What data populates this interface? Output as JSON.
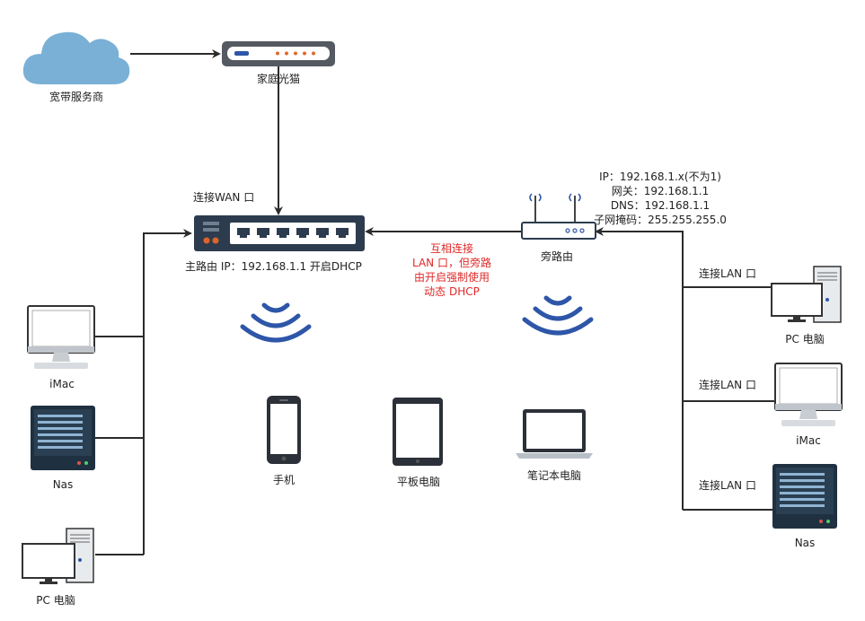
{
  "colors": {
    "line": "#2b2b2b",
    "cloud": "#7ab0d6",
    "wifi": "#2e56a8",
    "device_dark": "#1f3140",
    "annotation": "#e02828"
  },
  "nodes": {
    "isp": {
      "label": "宽带服务商",
      "icon": "cloud-icon"
    },
    "modem": {
      "label": "家庭光猫",
      "icon": "modem-icon"
    },
    "main_router": {
      "label": "主路由 IP：192.168.1.1 开启DHCP",
      "icon": "switch-icon"
    },
    "side_router": {
      "label": "旁路由",
      "icon": "router-icon",
      "config": [
        "IP：192.168.1.x(不为1)",
        "网关：192.168.1.1",
        "DNS：192.168.1.1",
        "子网掩码：255.255.255.0"
      ]
    },
    "left_imac": {
      "label": "iMac",
      "icon": "imac-icon"
    },
    "left_nas": {
      "label": "Nas",
      "icon": "nas-icon"
    },
    "left_pc": {
      "label": "PC 电脑",
      "icon": "pc-icon"
    },
    "phone": {
      "label": "手机",
      "icon": "phone-icon"
    },
    "tablet": {
      "label": "平板电脑",
      "icon": "tablet-icon"
    },
    "laptop": {
      "label": "笔记本电脑",
      "icon": "laptop-icon"
    },
    "right_pc": {
      "label": "PC 电脑",
      "icon": "pc-icon"
    },
    "right_imac": {
      "label": "iMac",
      "icon": "imac-icon"
    },
    "right_nas": {
      "label": "Nas",
      "icon": "nas-icon"
    }
  },
  "edges": {
    "wan_label": "连接WAN 口",
    "interconnect_note": [
      "互相连接",
      "LAN 口，但旁路",
      "由开启强制使用",
      "动态 DHCP"
    ],
    "lan_labels": [
      "连接LAN 口",
      "连接LAN 口",
      "连接LAN 口"
    ]
  }
}
